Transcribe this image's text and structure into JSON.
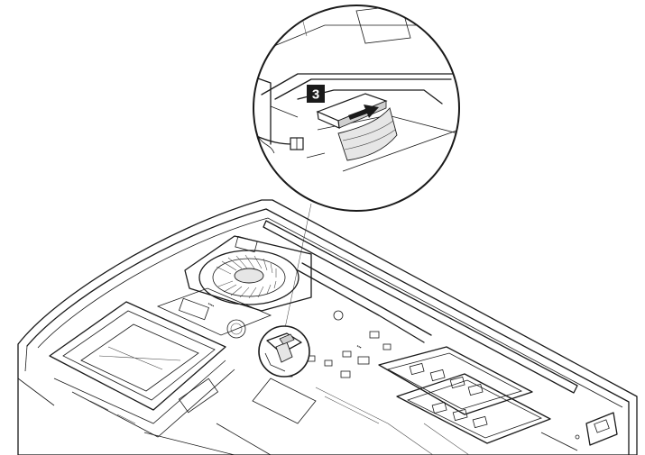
{
  "callout": {
    "step_number": "3",
    "arrow_direction": "right"
  },
  "colors": {
    "line": "#1a1a1a",
    "background": "#ffffff",
    "badge": "#1a1a1a",
    "cable_fill": "#e6e6e6"
  },
  "icons": [
    "step-badge",
    "direction-arrow",
    "callout-circle",
    "detail-circle"
  ]
}
